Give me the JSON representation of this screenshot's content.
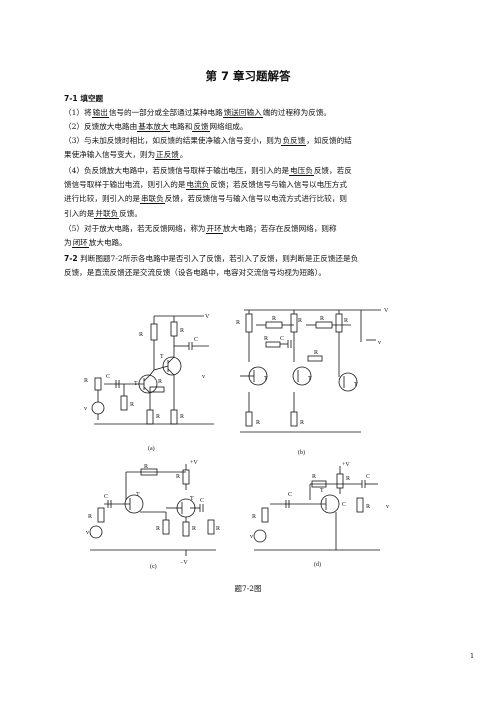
{
  "title": "第 7 章习题解答",
  "s1_heading": "7-1  填空题",
  "q1": {
    "a": "（1）将",
    "b1": "输出",
    "b": "信号的一部分或全部通过某种电路",
    "b2": "馈送回输入",
    "c": "端的过程称为反馈。"
  },
  "q2": {
    "a": "（2）反馈放大电路由",
    "b1": "基本放大",
    "b": "电路和",
    "b2": "反馈",
    "c": "网络组成。"
  },
  "q3": {
    "a": "（3）与未加反馈时相比，如反馈的结果使净输入信号变小，则为",
    "b1": "负反馈",
    "b": "，如反馈的结",
    "c": "果使净输入信号变大，则为",
    "b2": "正反馈",
    "d": "。"
  },
  "q4": {
    "a": "（4）负反馈放大电路中，若反馈信号取样于输出电压，则引入的是",
    "b1": "电压负",
    "b": "反馈，若反",
    "c": "馈信号取样于输出电流，则引入的是",
    "b2": "电流负",
    "d": "反馈；若反馈信号与输入信号以电压方式",
    "e": "进行比较，则引入的是",
    "b3": "串联负",
    "f": "反馈，若反馈信号与输入信号以电流方式进行比较，则",
    "g": "引入的是",
    "b4": "并联负",
    "h": "反馈。"
  },
  "q5": {
    "a": "（5）对于放大电路，若无反馈网络，称为",
    "b1": "开环",
    "b": "放大电路；若存在反馈网络，则称",
    "c": "为",
    "b2": "闭环",
    "d": "放大电路。"
  },
  "s2": {
    "heading": "7-2",
    "a": "判断图题7-2所示各电路中是否引入了反馈，若引入了反馈，则判断是正反馈还是负",
    "b": "反馈，是直流反馈还是交流反馈（设各电路中，电容对交流信号均视为短路）。"
  },
  "labels": {
    "a": "(a)",
    "b": "(b)",
    "c": "(c)",
    "d": "(d)"
  },
  "caption": "题7-2图",
  "page_number": "1"
}
